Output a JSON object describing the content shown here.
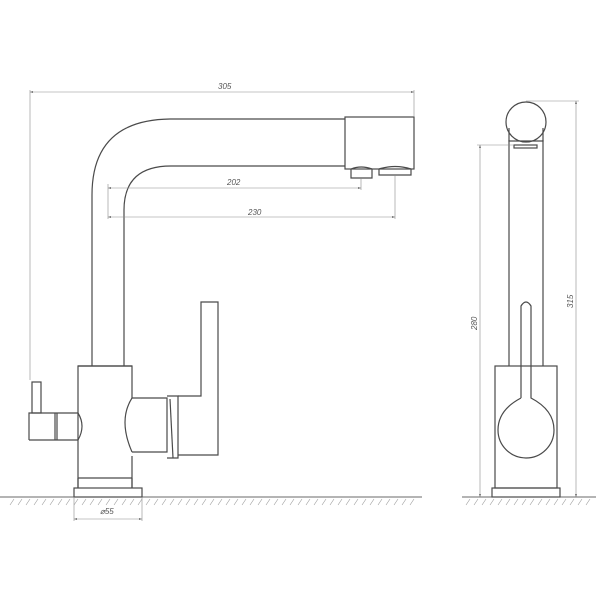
{
  "drawing": {
    "subject": "Kitchen faucet with filtered-water outlet — technical drawing",
    "views": [
      "front-view",
      "side-view"
    ],
    "colors": {
      "outline": "#4a4a4a",
      "dimension": "#8a8a8a",
      "background": "#ffffff"
    }
  },
  "front_view": {
    "dimensions": {
      "overall_reach": "305",
      "outlet_1_reach": "202",
      "outlet_2_reach": "230",
      "base_diameter": "⌀55"
    }
  },
  "side_view": {
    "dimensions": {
      "outlet_height": "280",
      "overall_height": "315"
    }
  }
}
